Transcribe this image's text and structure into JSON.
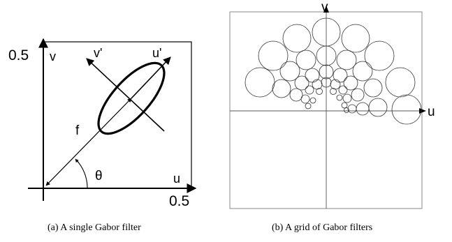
{
  "panel_a": {
    "axis_tick_v": "0.5",
    "axis_tick_u": "0.5",
    "label_v": "v",
    "label_u": "u",
    "label_v_prime": "v'",
    "label_u_prime": "u'",
    "label_f": "f",
    "label_theta": "θ",
    "caption": "(a) A single Gabor filter"
  },
  "panel_b": {
    "label_v": "v",
    "label_u": "u",
    "caption": "(b) A grid of Gabor filters"
  },
  "colors": {
    "ink": "#000000",
    "thin_line": "#555555"
  }
}
